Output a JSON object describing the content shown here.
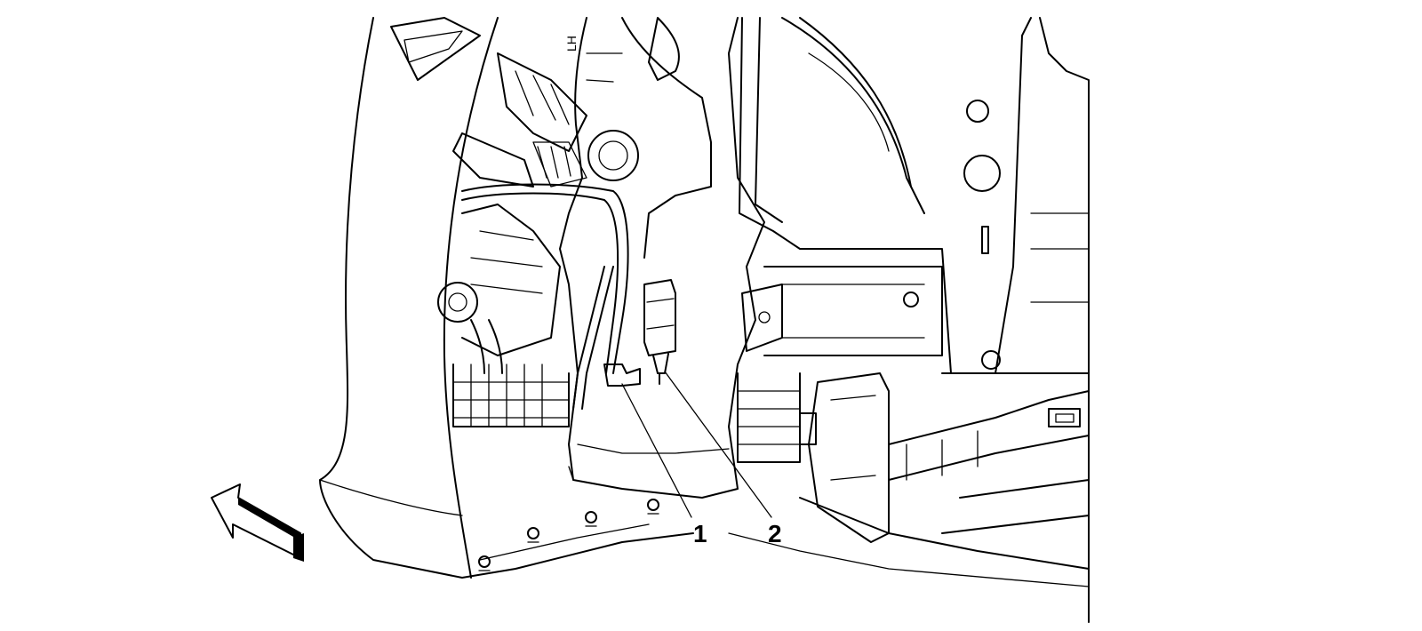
{
  "callouts": [
    {
      "label": "1"
    },
    {
      "label": "2"
    }
  ],
  "stamp": "LH",
  "icons": {
    "direction_arrow": "front-direction-arrow-icon"
  }
}
